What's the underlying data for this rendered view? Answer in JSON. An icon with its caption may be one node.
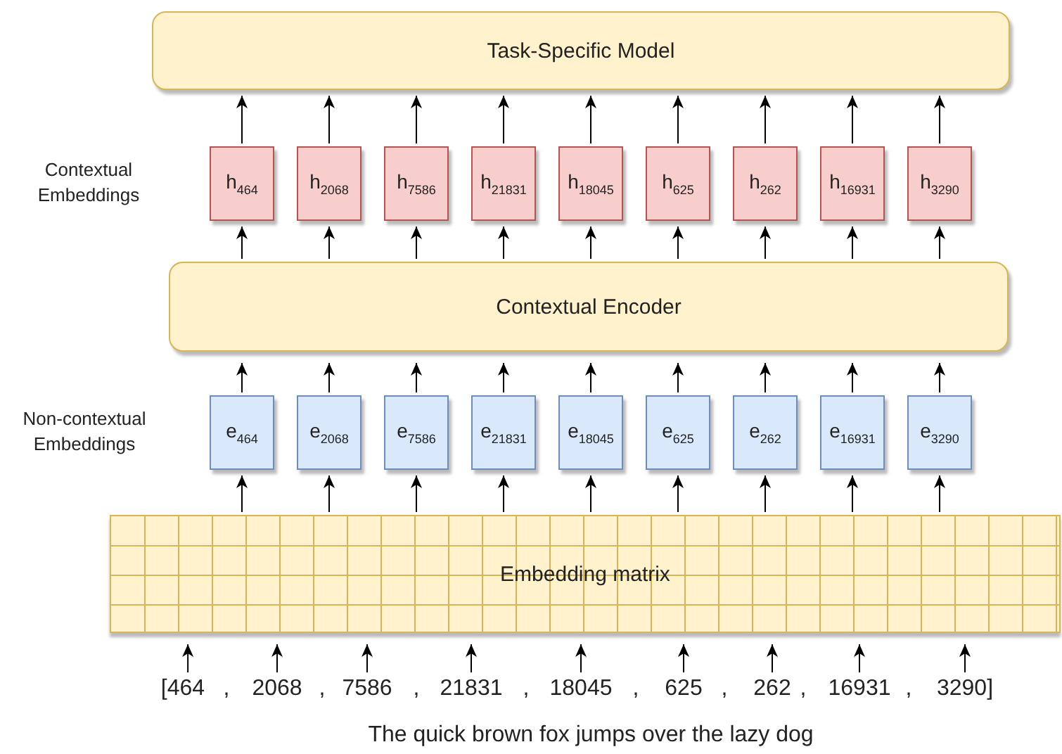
{
  "diagram": {
    "nodes": [
      {
        "text": [
          "Task-Specific Model"
        ]
      },
      {
        "text": [
          "h$_{464}$"
        ]
      },
      {
        "text": [
          "h$_{2068}$"
        ]
      },
      {
        "text": [
          "h$_{7586}$"
        ]
      },
      {
        "text": [
          "h$_{21831}$"
        ]
      },
      {
        "text": [
          "h$_{18045}$"
        ]
      },
      {
        "text": [
          "h$_{625}$"
        ]
      },
      {
        "text": [
          "h$_{262}$"
        ]
      },
      {
        "text": [
          "h$_{16931}$"
        ]
      },
      {
        "text": [
          "h$_{3290}$"
        ]
      },
      {
        "text": [
          "Contextual Encoder"
        ]
      },
      {
        "text": [
          "e$_{464}$"
        ]
      },
      {
        "text": [
          "e$_{2068}$"
        ]
      },
      {
        "text": [
          "e$_{7586}$"
        ]
      },
      {
        "text": [
          "e$_{21831}$"
        ]
      },
      {
        "text": [
          "e$_{18045}$"
        ]
      },
      {
        "text": [
          "e$_{625}$"
        ]
      },
      {
        "text": [
          "e$_{262}$"
        ]
      },
      {
        "text": [
          "e$_{16931}$"
        ]
      },
      {
        "text": [
          "e$_{3290}$"
        ]
      },
      {
        "text": [
          "Embedding matrix"
        ]
      },
      {
        "text": [
          "[464"
        ]
      },
      {
        "text": [
          "2068"
        ]
      },
      {
        "text": [
          "7586"
        ]
      },
      {
        "text": [
          "21831"
        ]
      },
      {
        "text": [
          "18045"
        ]
      },
      {
        "text": [
          "625"
        ]
      },
      {
        "text": [
          "262"
        ]
      },
      {
        "text": [
          "16931"
        ]
      },
      {
        "text": [
          "3290]"
        ]
      }
    ],
    "edges": [
      {
        "from": 21,
        "to": 20,
        "arrow": "to"
      },
      {
        "from": 22,
        "to": 20,
        "arrow": "to"
      },
      {
        "from": 23,
        "to": 20,
        "arrow": "to"
      },
      {
        "from": 24,
        "to": 20,
        "arrow": "to"
      },
      {
        "from": 25,
        "to": 20,
        "arrow": "to"
      },
      {
        "from": 26,
        "to": 20,
        "arrow": "to"
      },
      {
        "from": 27,
        "to": 20,
        "arrow": "to"
      },
      {
        "from": 28,
        "to": 20,
        "arrow": "to"
      },
      {
        "from": 29,
        "to": 20,
        "arrow": "to"
      },
      {
        "from": 20,
        "to": 11,
        "arrow": "to"
      },
      {
        "from": 20,
        "to": 12,
        "arrow": "to"
      },
      {
        "from": 20,
        "to": 13,
        "arrow": "to"
      },
      {
        "from": 20,
        "to": 14,
        "arrow": "to"
      },
      {
        "from": 20,
        "to": 15,
        "arrow": "to"
      },
      {
        "from": 20,
        "to": 16,
        "arrow": "to"
      },
      {
        "from": 20,
        "to": 17,
        "arrow": "to"
      },
      {
        "from": 20,
        "to": 18,
        "arrow": "to"
      },
      {
        "from": 20,
        "to": 19,
        "arrow": "to"
      },
      {
        "from": 11,
        "to": 10,
        "arrow": "to"
      },
      {
        "from": 12,
        "to": 10,
        "arrow": "to"
      },
      {
        "from": 13,
        "to": 10,
        "arrow": "to"
      },
      {
        "from": 14,
        "to": 10,
        "arrow": "to"
      },
      {
        "from": 15,
        "to": 10,
        "arrow": "to"
      },
      {
        "from": 16,
        "to": 10,
        "arrow": "to"
      },
      {
        "from": 17,
        "to": 10,
        "arrow": "to"
      },
      {
        "from": 18,
        "to": 10,
        "arrow": "to"
      },
      {
        "from": 19,
        "to": 10,
        "arrow": "to"
      },
      {
        "from": 10,
        "to": 1,
        "arrow": "to"
      },
      {
        "from": 10,
        "to": 2,
        "arrow": "to"
      },
      {
        "from": 10,
        "to": 3,
        "arrow": "to"
      },
      {
        "from": 10,
        "to": 4,
        "arrow": "to"
      },
      {
        "from": 10,
        "to": 5,
        "arrow": "to"
      },
      {
        "from": 10,
        "to": 6,
        "arrow": "to"
      },
      {
        "from": 10,
        "to": 7,
        "arrow": "to"
      },
      {
        "from": 10,
        "to": 8,
        "arrow": "to"
      },
      {
        "from": 10,
        "to": 9,
        "arrow": "to"
      },
      {
        "from": 1,
        "to": 0,
        "arrow": "to"
      },
      {
        "from": 2,
        "to": 0,
        "arrow": "to"
      },
      {
        "from": 3,
        "to": 0,
        "arrow": "to"
      },
      {
        "from": 4,
        "to": 0,
        "arrow": "to"
      },
      {
        "from": 5,
        "to": 0,
        "arrow": "to"
      },
      {
        "from": 6,
        "to": 0,
        "arrow": "to"
      },
      {
        "from": 7,
        "to": 0,
        "arrow": "to"
      },
      {
        "from": 8,
        "to": 0,
        "arrow": "to"
      },
      {
        "from": 9,
        "to": 0,
        "arrow": "to"
      }
    ],
    "labels": [
      "Contextual Embeddings",
      "Non-contextual Embeddings",
      ",",
      ",",
      ",",
      ",",
      ",",
      ",",
      ",",
      ",",
      "The quick brown fox jumps over the lazy dog"
    ]
  }
}
